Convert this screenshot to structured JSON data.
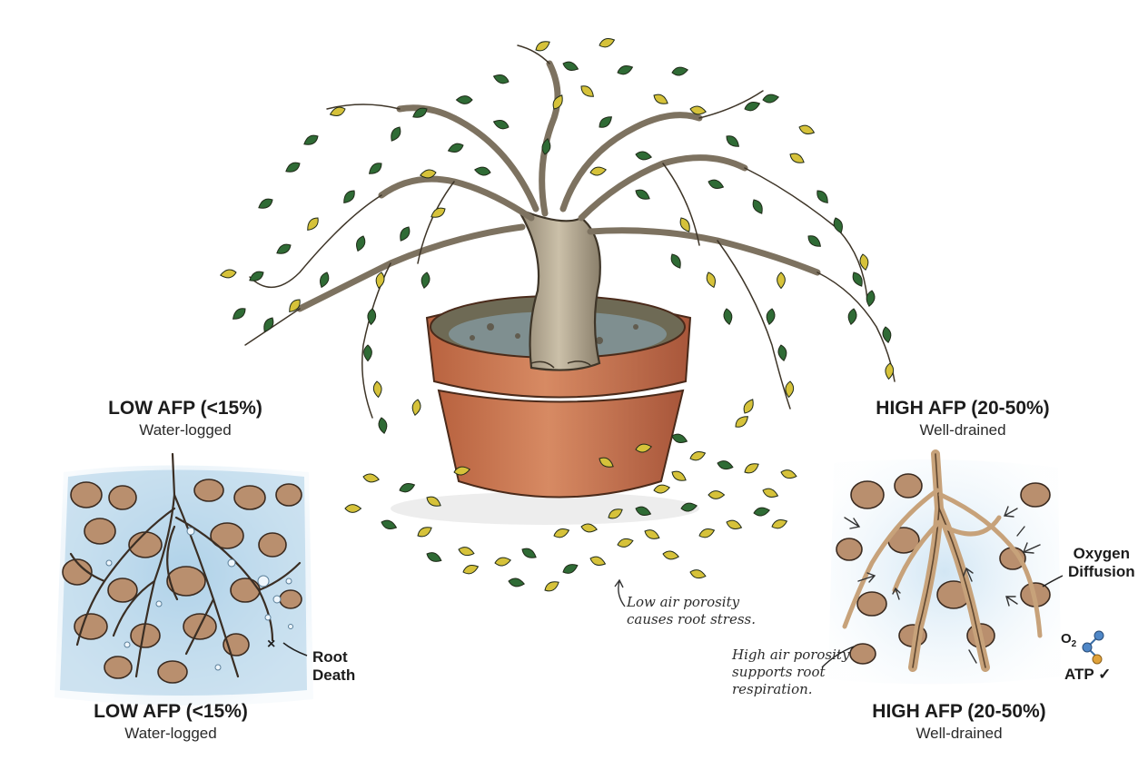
{
  "left_top": {
    "title": "LOW AFP (<15%)",
    "subtitle": "Water-logged"
  },
  "left_bottom": {
    "title": "LOW AFP (<15%)",
    "subtitle": "Water-logged"
  },
  "right_top": {
    "title": "HIGH AFP (20-50%)",
    "subtitle": "Well-drained"
  },
  "right_bottom": {
    "title": "HIGH AFP (20-50%)",
    "subtitle": "Well-drained"
  },
  "callouts": {
    "root_death": [
      "Root",
      "Death"
    ],
    "oxygen_diffusion": [
      "Oxygen",
      "Diffusion"
    ],
    "o2_label": "O",
    "o2_sub": "2",
    "atp_label": "ATP ✓"
  },
  "notes": {
    "low": [
      "Low air porosity",
      "causes root stress."
    ],
    "high": [
      "High air porosity",
      "supports root",
      "respiration."
    ]
  },
  "colors": {
    "water": "#a9cde6",
    "soil_stone": "#b98f6e",
    "pot": "#c8754f",
    "leaf_green": "#2f6b35",
    "leaf_yellow": "#d6c23a",
    "bark": "#b9ad97"
  }
}
